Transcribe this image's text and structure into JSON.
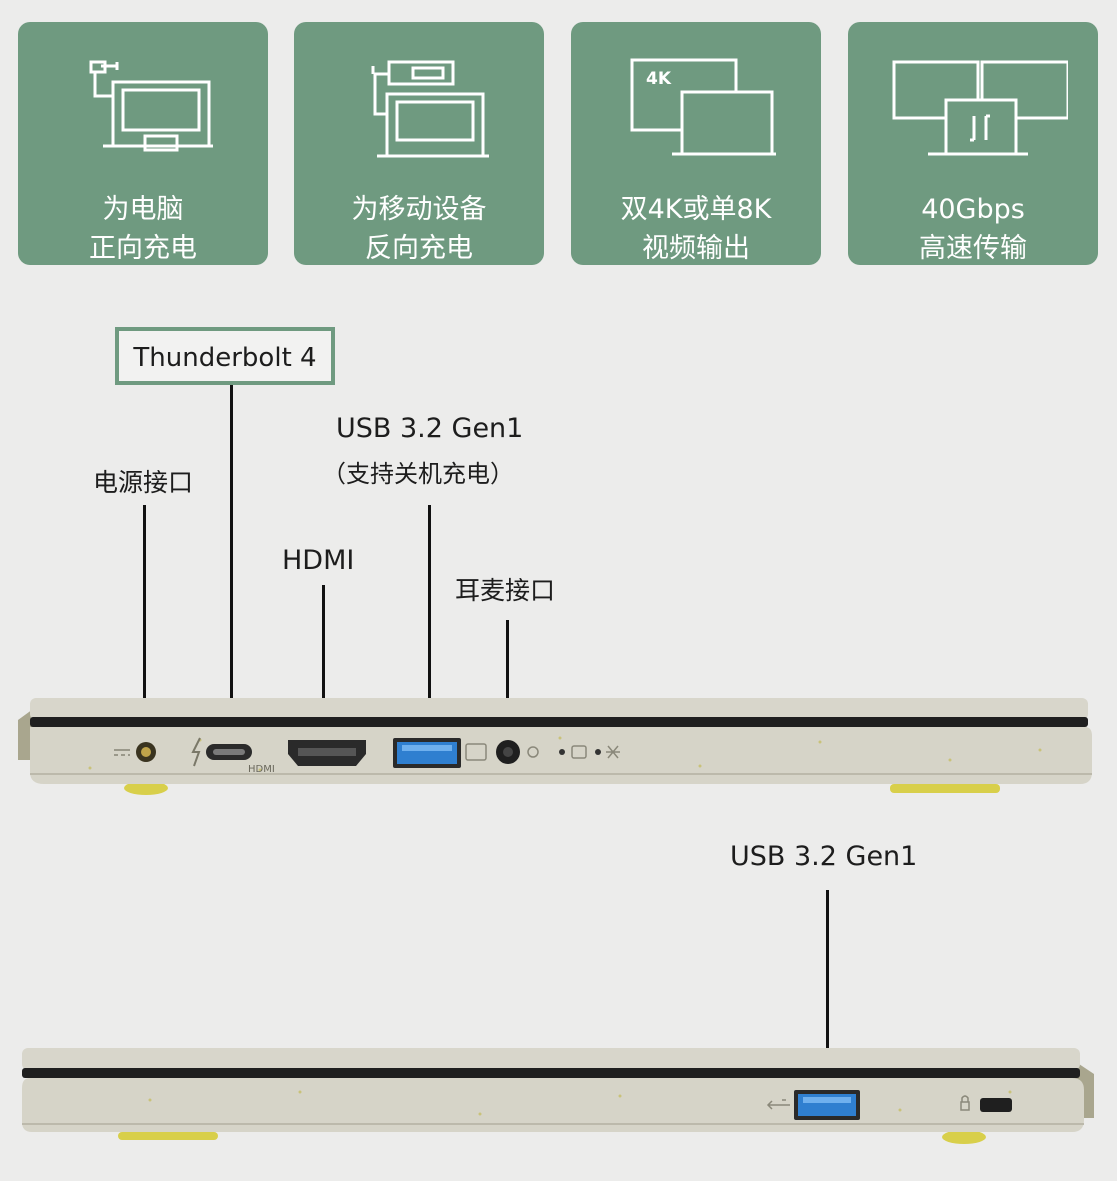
{
  "features": [
    {
      "icon": "laptop-charge-icon",
      "line1": "为电脑",
      "line2": "正向充电"
    },
    {
      "icon": "reverse-charge-icon",
      "line1": "为移动设备",
      "line2": "反向充电"
    },
    {
      "icon": "dual-display-icon",
      "icon_text": "4K",
      "line1": "双4K或单8K",
      "line2": "视频输出"
    },
    {
      "icon": "data-transfer-icon",
      "line1": "40Gbps",
      "line2": "高速传输"
    }
  ],
  "ports_left": {
    "thunderbolt": "Thunderbolt 4",
    "power": "电源接口",
    "hdmi": "HDMI",
    "usb_title": "USB 3.2 Gen1",
    "usb_note": "（支持关机充电）",
    "audio": "耳麦接口",
    "hdmi_print": "HDMI"
  },
  "ports_right": {
    "usb": "USB 3.2 Gen1"
  },
  "colors": {
    "card_green": "#6f9a80",
    "usb_blue": "#2f7fd0",
    "chassis": "#d6d4c8",
    "feet_yellow": "#d8cf4a"
  }
}
